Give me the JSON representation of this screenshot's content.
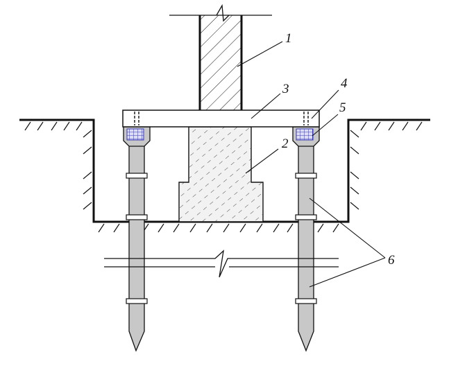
{
  "callouts": [
    {
      "id": "wall",
      "label": "1"
    },
    {
      "id": "existing-foundation",
      "label": "2"
    },
    {
      "id": "new-beam",
      "label": "3"
    },
    {
      "id": "bolt",
      "label": "4"
    },
    {
      "id": "pile-cap",
      "label": "5"
    },
    {
      "id": "piles",
      "label": "6"
    }
  ],
  "colors": {
    "line": "#111111",
    "pile_fill": "#c8c8c8",
    "mesh": "#3a3ab0",
    "mesh_fill": "#dcdcf2",
    "concrete_fill": "#ececec"
  }
}
